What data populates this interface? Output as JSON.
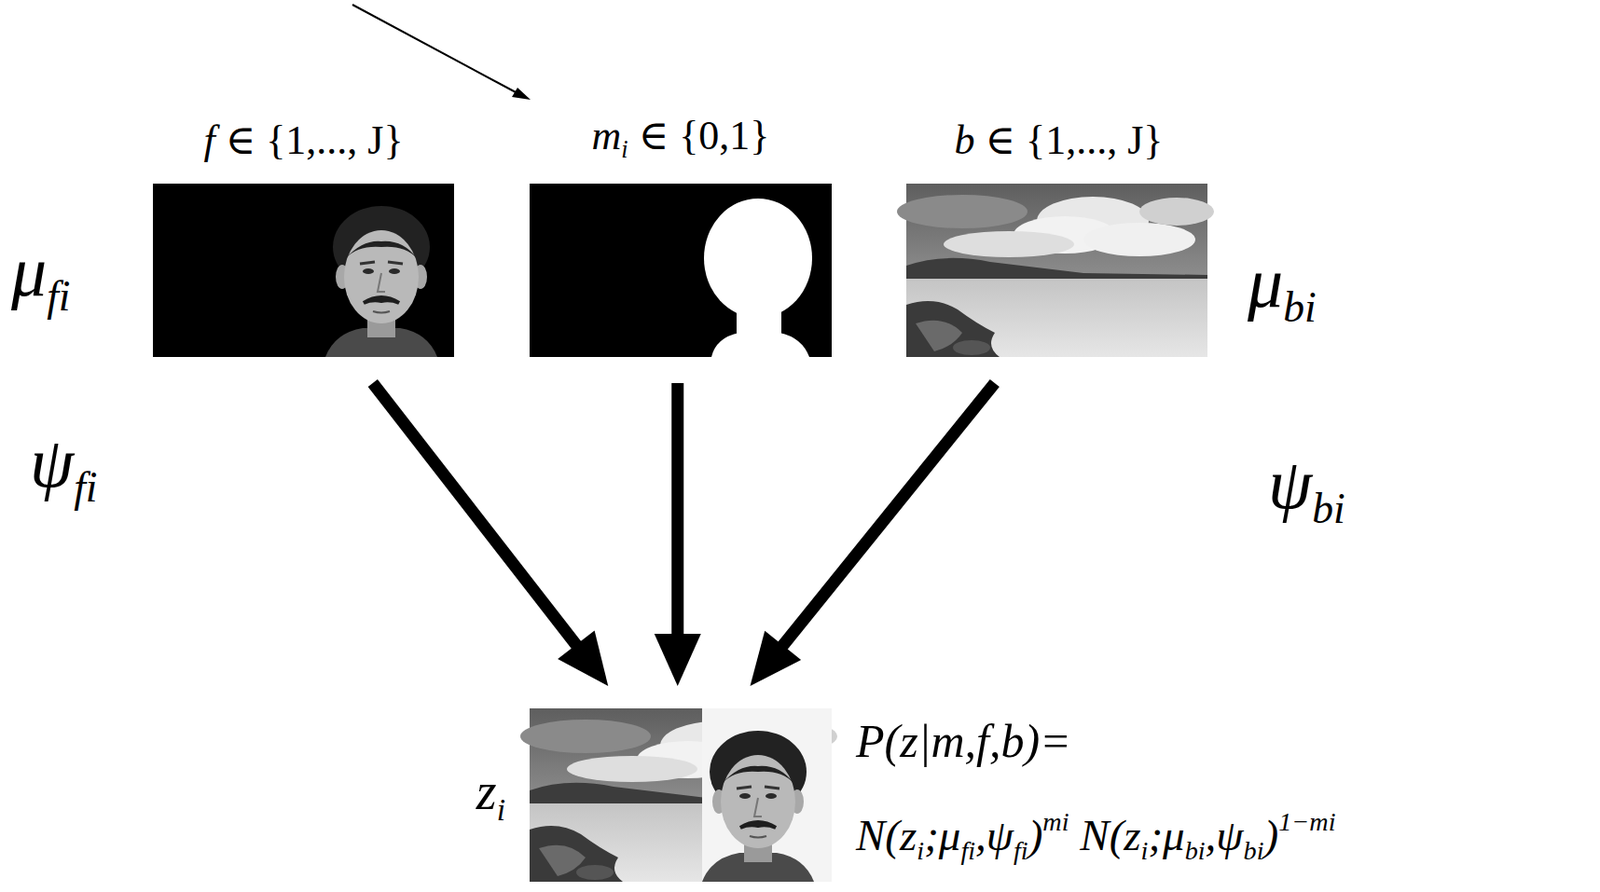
{
  "diagram": {
    "nodes": [
      {
        "text": [
          "f ∈ {1,..., J}"
        ]
      },
      {
        "text": [
          "mi ∈ {0,1}"
        ]
      },
      {
        "text": [
          "b ∈ {1,..., J}"
        ]
      },
      {
        "text": [
          "zi"
        ]
      }
    ],
    "edges": [
      {
        "from": 0,
        "to": 3,
        "arrow": "to"
      },
      {
        "from": 1,
        "to": 3,
        "arrow": "to"
      },
      {
        "from": 2,
        "to": 3,
        "arrow": "to"
      }
    ],
    "labels": [
      "μfi",
      "ψfi",
      "μbi",
      "ψbi",
      "P(z|m,f,b)=",
      "N(zi;μfi,ψfi)mi N(zi;μbi,ψbi)1−mi"
    ]
  }
}
